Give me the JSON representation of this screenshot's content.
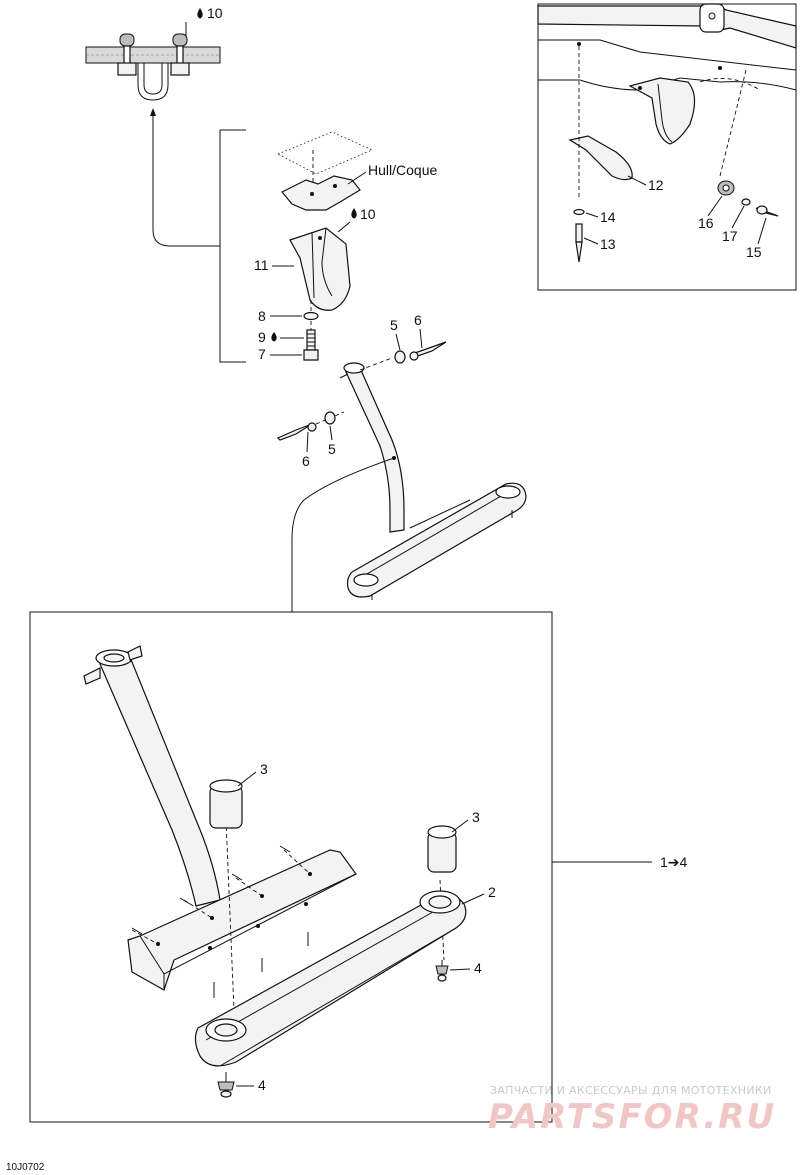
{
  "callouts": {
    "c10_top": "10",
    "hull": "Hull/Coque",
    "c10_mid": "10",
    "c11": "11",
    "c8": "8",
    "c9": "9",
    "c7": "7",
    "c5a": "5",
    "c6a": "6",
    "c6b": "6",
    "c5b": "5",
    "c12": "12",
    "c14": "14",
    "c13": "13",
    "c16": "16",
    "c17": "17",
    "c15": "15",
    "c3a": "3",
    "c3b": "3",
    "c2": "2",
    "c4a": "4",
    "c4b": "4",
    "range": "1➔4"
  },
  "watermark": {
    "line1": "ЗАПЧАСТИ И АКСЕССУАРЫ ДЛЯ МОТОТЕХНИКИ",
    "line2": "PARTSFOR.RU"
  },
  "figure_code": "10J0702",
  "colors": {
    "watermark_text": "#c9c9c9",
    "watermark_logo": "#f3c6c6",
    "line": "#111111"
  }
}
